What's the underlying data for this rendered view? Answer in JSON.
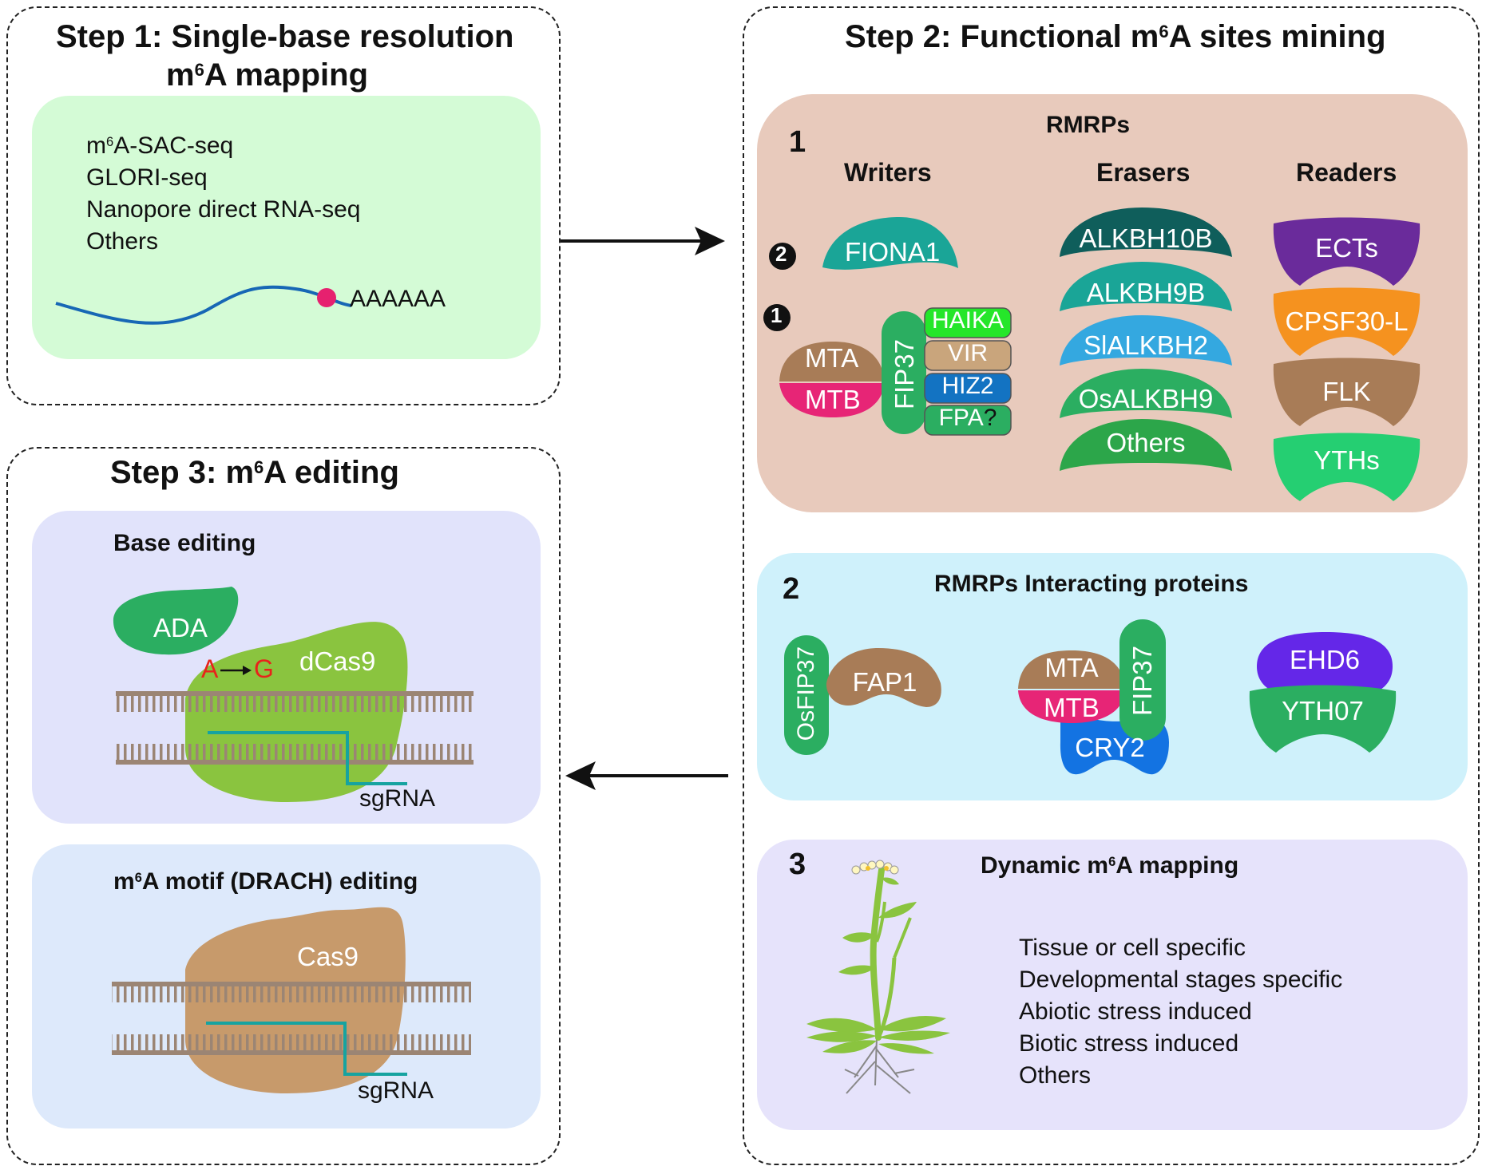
{
  "step1": {
    "title_line1": "Step 1: Single-base resolution",
    "title_line2_pre": "m",
    "title_line2_sup": "6",
    "title_line2_post": "A mapping",
    "methods": [
      {
        "pre": "m",
        "sup": "6",
        "post": "A-SAC-seq"
      },
      {
        "pre": "GLORI-seq",
        "sup": "",
        "post": ""
      },
      {
        "pre": "Nanopore direct RNA-seq",
        "sup": "",
        "post": ""
      },
      {
        "pre": "Others",
        "sup": "",
        "post": ""
      }
    ],
    "polya": "AAAAAA"
  },
  "step2": {
    "title_pre": "Step 2: Functional m",
    "title_sup": "6",
    "title_post": "A sites mining",
    "section1": {
      "number": "1",
      "title": "RMRPs",
      "writers_header": "Writers",
      "erasers_header": "Erasers",
      "readers_header": "Readers",
      "complex2_marker": "2",
      "complex1_marker": "1",
      "fiona1": "FIONA1",
      "mta": "MTA",
      "mtb": "MTB",
      "fip37": "FIP37",
      "haika": "HAIKA",
      "vir": "VIR",
      "hiz2": "HIZ2",
      "fpa": "FPA",
      "fpa_q": "?",
      "erasers": [
        "ALKBH10B",
        "ALKBH9B",
        "SlALKBH2",
        "OsALKBH9",
        "Others"
      ],
      "readers": [
        "ECTs",
        "CPSF30-L",
        "FLK",
        "YTHs"
      ]
    },
    "section2": {
      "number": "2",
      "title": "RMRPs Interacting proteins",
      "osfip37": "OsFIP37",
      "fap1": "FAP1",
      "mta": "MTA",
      "mtb": "MTB",
      "fip37": "FIP37",
      "cry2": "CRY2",
      "ehd6": "EHD6",
      "yth07": "YTH07"
    },
    "section3": {
      "number": "3",
      "title_pre": "Dynamic m",
      "title_sup": "6",
      "title_post": "A mapping",
      "items": [
        "Tissue or cell specific",
        "Developmental stages specific",
        "Abiotic stress induced",
        "Biotic stress induced",
        "Others"
      ]
    }
  },
  "step3": {
    "title_pre": "Step 3: m",
    "title_sup": "6",
    "title_post": "A editing",
    "base_editing": {
      "title": "Base editing",
      "ada": "ADA",
      "dcas9": "dCas9",
      "a": "A",
      "g": "G",
      "sgrna": "sgRNA"
    },
    "motif_editing": {
      "title_pre": "m",
      "title_sup": "6",
      "title_post": "A motif (DRACH) editing",
      "cas9": "Cas9",
      "sgrna": "sgRNA"
    }
  },
  "colors": {
    "step1_panel": "#d4fbd6",
    "rmrps_panel": "#e8cabc",
    "interacting_panel": "#cff1fb",
    "dynamic_panel": "#e6e3fb",
    "base_editing_panel": "#e1e3fb",
    "motif_panel": "#dde9fb",
    "rna_line": "#1767b5",
    "m6a_dot": "#e6216f",
    "teal": "#1aa597",
    "dark_teal": "#0f5e5b",
    "brown": "#a87c57",
    "magenta": "#e72576",
    "green": "#2bae61",
    "lime": "#25e62a",
    "tan": "#c9a57c",
    "blue": "#1373c2",
    "sky": "#34a8e0",
    "purple": "#6a2b9b",
    "orange": "#f5921f",
    "violet": "#6427e8",
    "dcas9": "#8ac43f",
    "cas9": "#c79a6b",
    "red": "#e8231b"
  }
}
